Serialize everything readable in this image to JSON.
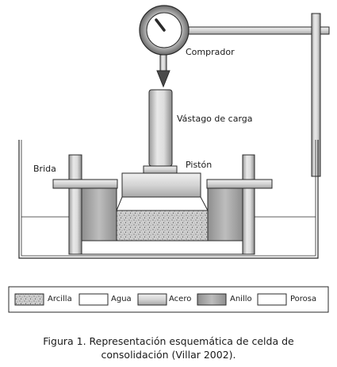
{
  "labels": {
    "comprador": "Comprador",
    "vastago": "Vástago de carga",
    "brida": "Brida",
    "piston": "Pistón"
  },
  "legend": [
    {
      "name": "arcilla",
      "label": "Arcilla"
    },
    {
      "name": "agua",
      "label": "Agua"
    },
    {
      "name": "acero",
      "label": "Acero"
    },
    {
      "name": "anillo",
      "label": "Anillo"
    },
    {
      "name": "porosa",
      "label": "Porosa"
    }
  ],
  "caption": {
    "line1": "Figura 1. Representación esquemática de celda de",
    "line2": "consolidación (Villar 2002)."
  },
  "colors": {
    "outline": "#2a2a2a",
    "acero": "#d6d6d6",
    "anillo": "#a8a8a8",
    "agua": "#ffffff",
    "porosa": "#ffffff",
    "arcilla": "#bdbdbd",
    "gauge_frame": "#6a6a6a"
  }
}
